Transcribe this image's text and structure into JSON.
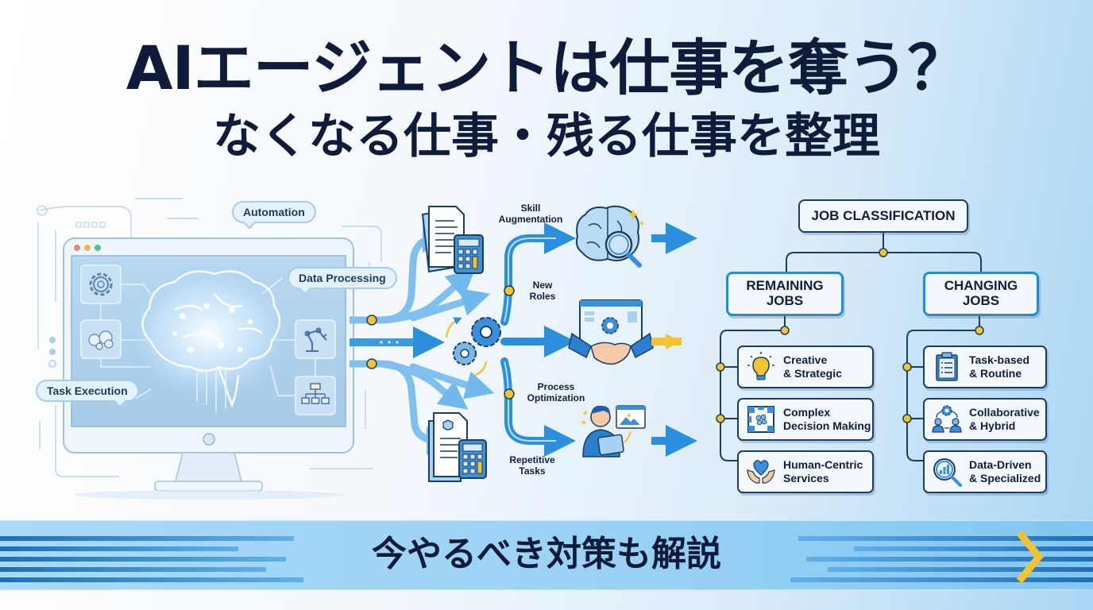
{
  "title": {
    "line1": "AIエージェントは仕事を奪う？",
    "line2": "なくなる仕事・残る仕事を整理"
  },
  "left_panel": {
    "bubbles": {
      "automation": "Automation",
      "data_processing": "Data Processing",
      "task_execution": "Task Execution"
    },
    "window_dots": [
      "#e58a7a",
      "#f0b461",
      "#4cc08e"
    ]
  },
  "flow": {
    "labels": {
      "skill_augmentation": [
        "Skill",
        "Augmentation"
      ],
      "new_roles": [
        "New",
        "Roles"
      ],
      "process_optimization": [
        "Process",
        "Optimization"
      ],
      "repetitive_tasks": [
        "Repetitive",
        "Tasks"
      ]
    }
  },
  "job_tree": {
    "root": "JOB CLASSIFICATION",
    "categories": [
      {
        "title": [
          "REMAINING",
          "JOBS"
        ],
        "items": [
          {
            "line1": "Creative",
            "line2": "& Strategic",
            "icon": "lightbulb-icon"
          },
          {
            "line1": "Complex",
            "line2": "Decision Making",
            "icon": "puzzle-icon"
          },
          {
            "line1": "Human-Centric",
            "line2": "Services",
            "icon": "heart-hands-icon"
          }
        ]
      },
      {
        "title": [
          "CHANGING",
          "JOBS"
        ],
        "items": [
          {
            "line1": "Task-based",
            "line2": "& Routine",
            "icon": "clipboard-icon"
          },
          {
            "line1": "Collaborative",
            "line2": "& Hybrid",
            "icon": "team-gear-icon"
          },
          {
            "line1": "Data-Driven",
            "line2": "& Specialized",
            "icon": "magnifier-chart-icon"
          }
        ]
      }
    ]
  },
  "banner": {
    "text": "今やるべき対策も解説"
  },
  "colors": {
    "navy": "#0e1b3a",
    "accent_blue": "#1e8fd8",
    "flow_blue": "#2a8fdc",
    "yellow": "#f4c430"
  }
}
